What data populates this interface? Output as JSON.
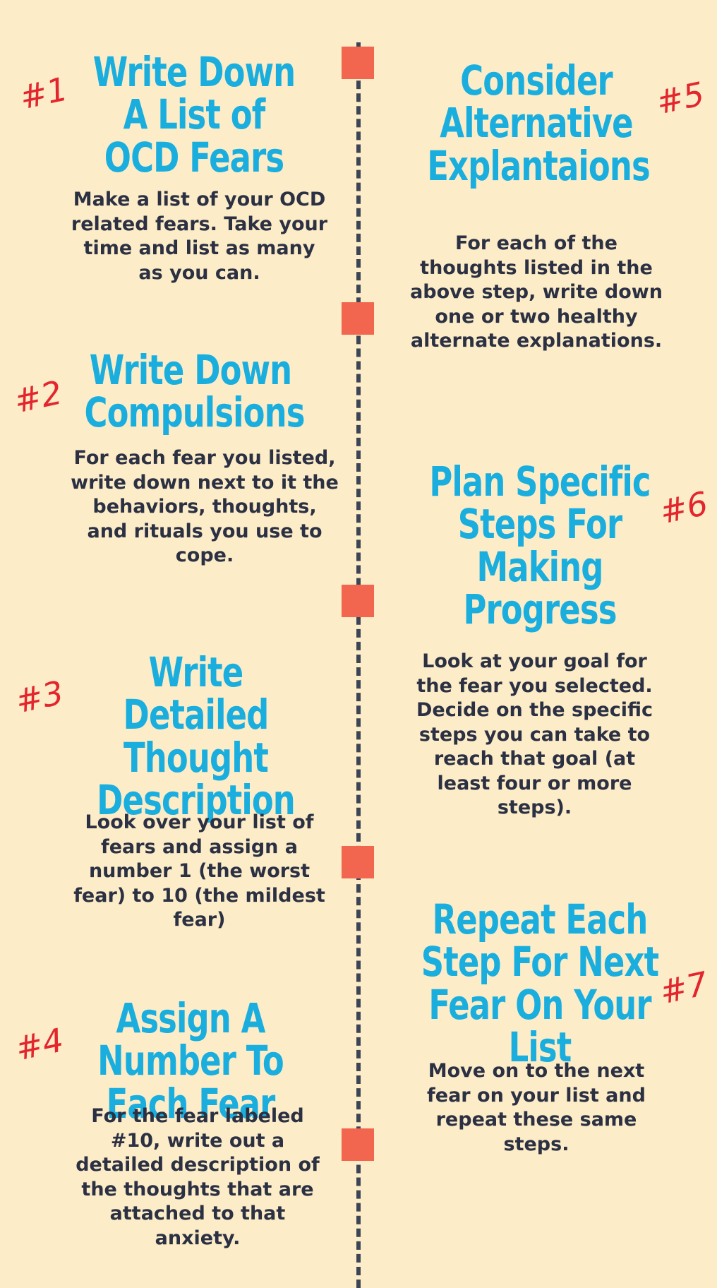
{
  "steps": [
    {
      "num": "#1",
      "title": "Write Down A List of OCD Fears",
      "body": "Make a list of your OCD related fears. Take your time and list as many as you can."
    },
    {
      "num": "#2",
      "title": "Write Down Compulsions",
      "body": "For each fear you listed, write down next to it the behaviors, thoughts, and rituals you use to cope."
    },
    {
      "num": "#3",
      "title": "Write Detailed Thought Description",
      "body": "Look over your list of fears and assign a number 1 (the worst fear) to 10 (the mildest fear)"
    },
    {
      "num": "#4",
      "title": "Assign A Number To Each Fear",
      "body": "For the fear labeled #10, write out a detailed description of the thoughts that are attached to that anxiety."
    },
    {
      "num": "#5",
      "title": "Consider Alternative Explantaions",
      "body": "For each of the thoughts listed in the above step, write down one or two healthy alternate explanations."
    },
    {
      "num": "#6",
      "title": "Plan Specific Steps For Making Progress",
      "body": "Look at your goal for the fear you selected. Decide on the specific steps you can take to reach that goal (at least four or more steps)."
    },
    {
      "num": "#7",
      "title": "Repeat Each Step For Next Fear On Your List",
      "body": "Move on to the next fear on your list and repeat these same steps."
    }
  ],
  "colors": {
    "background": "#fdecc8",
    "title": "#1aaede",
    "body": "#2b3143",
    "number": "#e3262e",
    "marker": "#f2654e",
    "line": "#3b4556"
  }
}
